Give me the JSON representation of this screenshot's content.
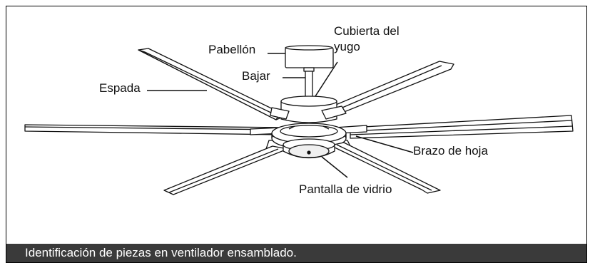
{
  "labels": {
    "pabellon": "Pabellón",
    "cubierta": "Cubierta del",
    "yugo": "yugo",
    "bajar": "Bajar",
    "espada": "Espada",
    "brazo": "Brazo de hoja",
    "pantalla": "Pantalla de vidrio"
  },
  "caption": "Identificación de piezas en ventilador ensamblado."
}
